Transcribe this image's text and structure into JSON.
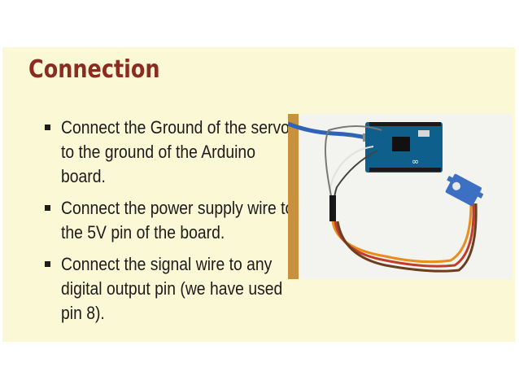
{
  "slide": {
    "title": "Connection",
    "bullets": [
      {
        "text": "Connect the Ground of the servo to the ground of the Arduino board."
      },
      {
        "text": "Connect the power supply wire to the 5V pin of the board."
      },
      {
        "text": "Connect the signal wire to any digital output pin (we have used pin 8)."
      }
    ],
    "photo": {
      "board_logo": "∞"
    }
  }
}
